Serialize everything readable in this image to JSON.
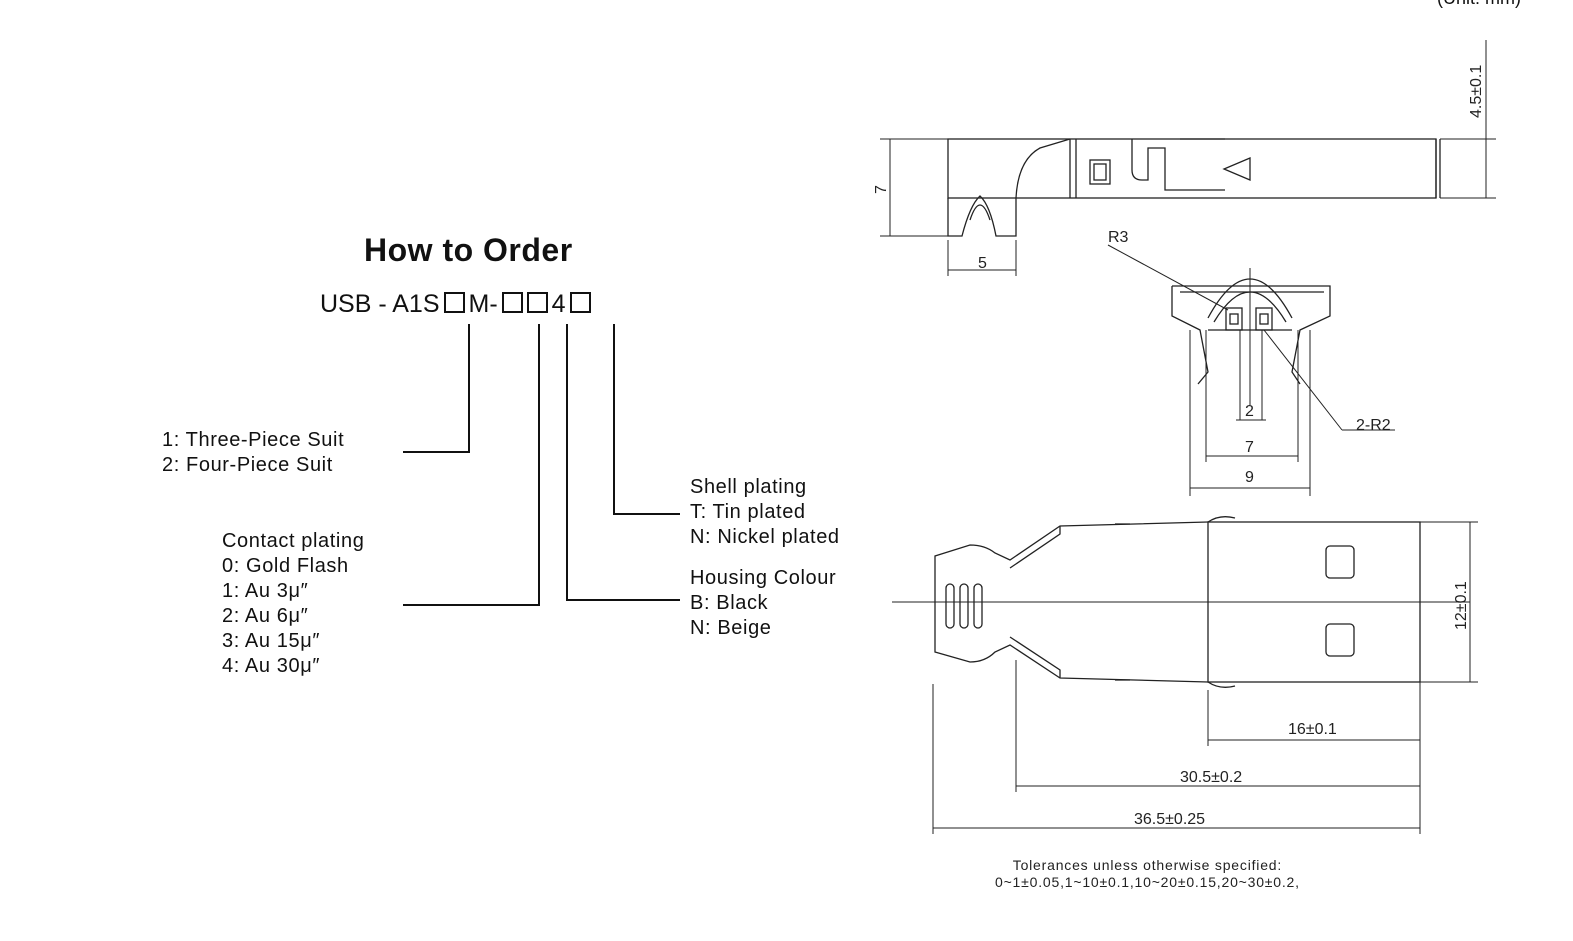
{
  "unit_note": "(Unit: mm)",
  "title": "How to Order",
  "part_code": {
    "prefix": "USB - A1S",
    "mid": "M-",
    "digit": "4"
  },
  "suit": {
    "lines": [
      "1: Three-Piece Suit",
      "2: Four-Piece Suit"
    ]
  },
  "contact_plating": {
    "lines": [
      "Contact plating",
      "0: Gold Flash",
      "1: Au 3μ″",
      "2: Au 6μ″",
      "3: Au 15μ″",
      "4: Au 30μ″"
    ]
  },
  "shell_plating": {
    "lines": [
      "Shell plating",
      "T: Tin plated",
      "N: Nickel plated"
    ]
  },
  "housing_colour": {
    "lines": [
      "Housing Colour",
      "B: Black",
      "N: Beige"
    ]
  },
  "dimensions": {
    "height_4_5": "4.5±0.1",
    "side_7": "7",
    "side_5": "5",
    "r3": "R3",
    "r2": "2-R2",
    "front_2": "2",
    "front_7": "7",
    "front_9": "9",
    "width_12": "12±0.1",
    "len_16": "16±0.1",
    "len_30_5": "30.5±0.2",
    "len_36_5": "36.5±0.25"
  },
  "tolerances": {
    "line1": "Tolerances unless otherwise specified:",
    "line2": "0~1±0.05,1~10±0.1,10~20±0.15,20~30±0.2,"
  }
}
